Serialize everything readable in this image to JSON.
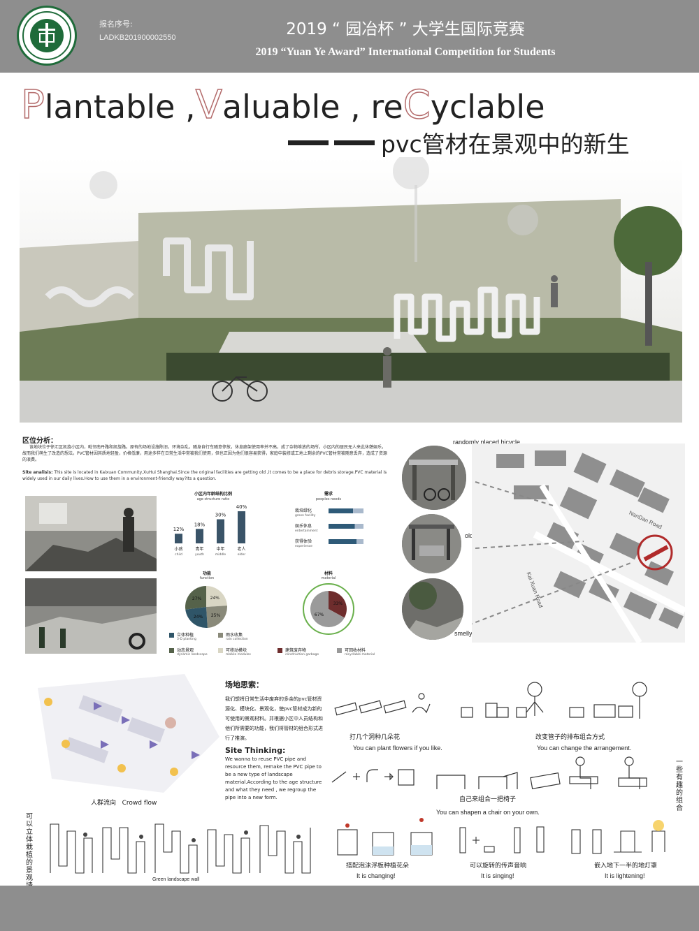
{
  "header": {
    "reg_label": "报名序号:",
    "reg_no": "LADKB201900002550",
    "title_cn": "2019 “ 园冶杯 ” 大学生国际竞赛",
    "title_en": "2019 “Yuan Ye Award” International Competition for  Students"
  },
  "title": {
    "p": "P",
    "p_rest": "lantable ,",
    "v": "V",
    "v_rest": "aluable , re",
    "c": "C",
    "c_rest": "yclable",
    "cn": "pvc管材在景观中的新生"
  },
  "analysis": {
    "heading": "区位分析：",
    "text_cn": "该地块位于徐汇区凯旋小区内，毗邻南丹路和凯旋路。原有的场地设施陈旧，环境杂乱，随身自行车随意停放，休息廊架使用率并不高，成了杂物堆放的场所，小区内的居民无人来此休憩娱乐，故而我们萌生了改造的想法。PVC管材因其质地轻盈，价格低廉，用途多样在日常生活中常被我们使用，但也正因为他们很容易获得，家庭中装修或工地上剩余的PVC管材常被随意丢弃，造成了资源的浪费。",
    "site_label": "Site analisis:",
    "site_text": "This site is located in Kaixuan Community,XuHui Shanghai.Since the original facilities are getting old ,it comes to be a place for debris  storage.PVC material is widely used in our daily lives.How to use them in a environment-friendly way?Its a question."
  },
  "age_chart": {
    "title": "小区内年龄结构比例",
    "subtitle": "age structure ratio",
    "labels": [
      "12%",
      "18%",
      "30%",
      "40%"
    ],
    "values": [
      12,
      18,
      30,
      40
    ],
    "cats_cn": [
      "小孩",
      "青年",
      "中年",
      "老人"
    ],
    "cats_en": [
      "child",
      "youth",
      "middle",
      "elder"
    ],
    "color": "#3a5468"
  },
  "needs_chart": {
    "title": "需求",
    "subtitle": "peoples needs",
    "items": [
      {
        "cn": "栽培绿化",
        "en": "green facility",
        "value": 0.7
      },
      {
        "cn": "娱乐休息",
        "en": "entertainment",
        "value": 0.75
      },
      {
        "cn": "获得体验",
        "en": "experience",
        "value": 0.8
      }
    ],
    "color": "#2e5a78",
    "rest_color": "#a9b9cc"
  },
  "function_pie": {
    "title": "功能",
    "subtitle": "function",
    "labels": [
      "24%",
      "25%",
      "24%",
      "27%"
    ],
    "values": [
      24,
      25,
      24,
      27
    ],
    "colors": [
      "#d9d6c4",
      "#8a8a7a",
      "#2f5568",
      "#55624a"
    ]
  },
  "material_pie": {
    "title": "材料",
    "subtitle": "material",
    "labels": [
      "33%",
      "67%"
    ],
    "values": [
      33,
      67
    ],
    "colors": [
      "#6e2d2d",
      "#9a9a9a"
    ]
  },
  "legend": [
    {
      "cn": "立体种植",
      "en": "3-D planting",
      "color": "#2f5568"
    },
    {
      "cn": "雨水收集",
      "en": "rain collection",
      "color": "#8a8a7a"
    },
    {
      "cn": "动态景观",
      "en": "dynamic landscape",
      "color": "#55624a"
    },
    {
      "cn": "可移动模块",
      "en": "mobile modules",
      "color": "#d9d6c4"
    },
    {
      "cn": "建筑废弃物",
      "en": "construction garbage",
      "color": "#6e2d2d"
    },
    {
      "cn": "可回收材料",
      "en": "recyclable material",
      "color": "#9a9a9a"
    }
  ],
  "map": {
    "callout1": "randomly placed bicycle",
    "callout2": "old facilities",
    "callout3": "smelly rubbish dump",
    "road1": "NanDan Road",
    "road2": "Kai Xuan Road"
  },
  "thinking": {
    "heading": "场地思索：",
    "cn": "我们想将日常生活中废弃的多余的pvc管材资源化、模块化、景观化，使pvc管材成为新的可使用的景观材料。并根据小区中人员结构和他们所需要的功能，我们将管材的组合形式进行了推演。",
    "en_heading": "Site Thinking:",
    "en": "We wanna to reuse PVC pipe  and resource them,  remake the PVC pipe  to be a new type of landscape material.According to the age structure and what they need , we regroup the pipe into a new form.",
    "crowd_cn": "人群流向",
    "crowd_en": "Crowd flow"
  },
  "combos": {
    "flower_cn": "打几个洞种几朵花",
    "flower_en": "You can plant flowers if you like.",
    "arrange_cn": "改变管子的排布组合方式",
    "arrange_en": "You can change the arrangement.",
    "chair_cn": "自己来组合一把椅子",
    "chair_en": "You can shapen a chair on your  own.",
    "side_vert": "一些有趣的组合",
    "wall_vert": "可以立体栽植的景观墙",
    "wall_en": "Green landscape wall",
    "pot_cn": "搭配泡沫浮板种植花朵",
    "pot_en": "It is changing!",
    "sing_cn": "可以旋转的传声音响",
    "sing_en": "It is singing!",
    "lamp_cn": "嵌入地下一半的地灯罩",
    "lamp_en": "It is lightening!"
  }
}
